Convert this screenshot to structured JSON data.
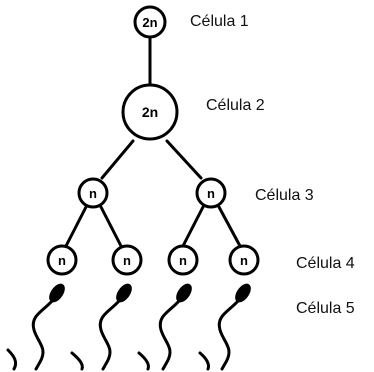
{
  "labels": {
    "cell1": "Célula 1",
    "cell2": "Célula 2",
    "cell3": "Célula 3",
    "cell4": "Célula 4",
    "cell5": "Célula 5"
  },
  "cells": {
    "cell1": "2n",
    "cell2": "2n",
    "cell3_left": "n",
    "cell3_right": "n",
    "cell4_1": "n",
    "cell4_2": "n",
    "cell4_3": "n",
    "cell4_4": "n"
  }
}
